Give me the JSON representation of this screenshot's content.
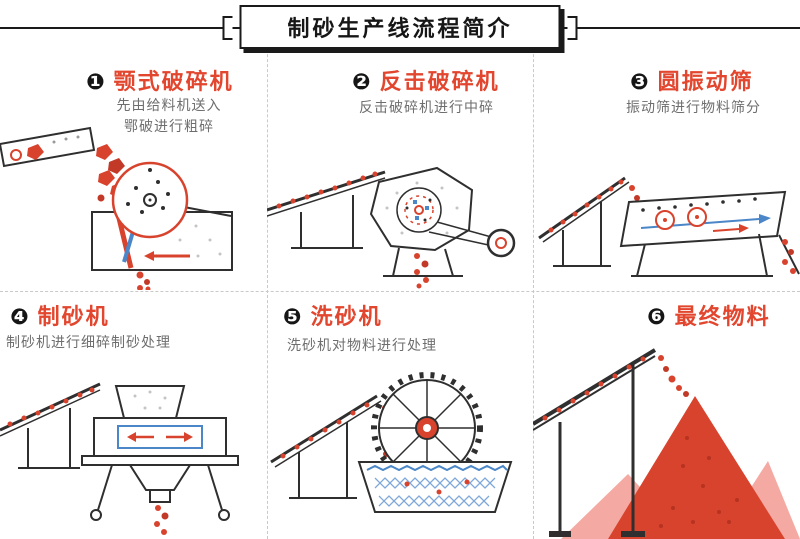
{
  "title": "制砂生产线流程简介",
  "colors": {
    "accent_red": "#d8432e",
    "heading_red": "#e2462e",
    "muted_text": "#6e6e6e",
    "outline": "#2f2f2f",
    "blue": "#4a86c8",
    "pink": "#f4aaa2"
  },
  "steps": [
    {
      "num": "❶",
      "title": "颚式破碎机",
      "desc": "先由给料机送入\n鄂破进行粗碎"
    },
    {
      "num": "❷",
      "title": "反击破碎机",
      "desc": "反击破碎机进行中碎"
    },
    {
      "num": "❸",
      "title": "圆振动筛",
      "desc": "振动筛进行物料筛分"
    },
    {
      "num": "❹",
      "title": "制砂机",
      "desc": "制砂机进行细碎制砂处理"
    },
    {
      "num": "❺",
      "title": "洗砂机",
      "desc": "洗砂机对物料进行处理"
    },
    {
      "num": "❻",
      "title": "最终物料",
      "desc": ""
    }
  ]
}
